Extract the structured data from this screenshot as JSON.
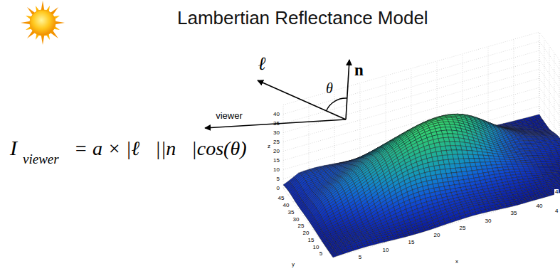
{
  "diagram": {
    "title": "Lambertian Reflectance Model",
    "labels": [
      "ℓ⃗",
      "n⃗",
      "θ",
      "viewer",
      "I",
      "viewer",
      "= a × |ℓ⃗||n⃗|cos(θ)",
      "0",
      "5",
      "10",
      "15",
      "20",
      "25",
      "30",
      "35",
      "40",
      "z",
      "45",
      "40",
      "35",
      "30",
      "25",
      "20",
      "15",
      "10",
      "5",
      "y",
      "5",
      "10",
      "15",
      "20",
      "25",
      "30",
      "35",
      "40",
      "x",
      "4",
      "4"
    ]
  }
}
